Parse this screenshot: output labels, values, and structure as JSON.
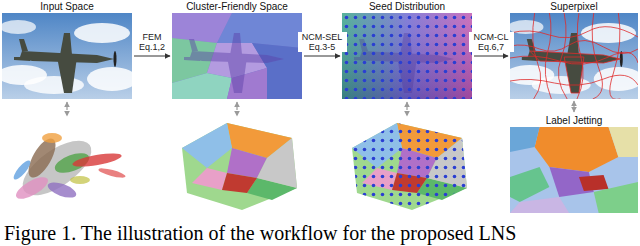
{
  "diagram": {
    "caption": "Figure 1. The illustration of the workflow for the proposed LNS",
    "nodes": [
      {
        "text": [
          "Input Space"
        ]
      },
      {
        "text": [
          "Cluster-Friendly Space"
        ]
      },
      {
        "text": [
          "Seed Distribution"
        ]
      },
      {
        "text": [
          "Superpixel"
        ]
      },
      {
        "text": [
          "Label Jetting"
        ]
      }
    ],
    "edges": [
      {
        "from": 0,
        "to": 1,
        "label": "FEM Eq.1,2",
        "arrow": "to"
      },
      {
        "from": 1,
        "to": 2,
        "label": "NCM-SEL Eq.3-5",
        "arrow": "to"
      },
      {
        "from": 2,
        "to": 3,
        "label": "NCM-CL Eq.6,7",
        "arrow": "to"
      },
      {
        "from": 3,
        "to": 4,
        "arrow": "both"
      }
    ]
  }
}
